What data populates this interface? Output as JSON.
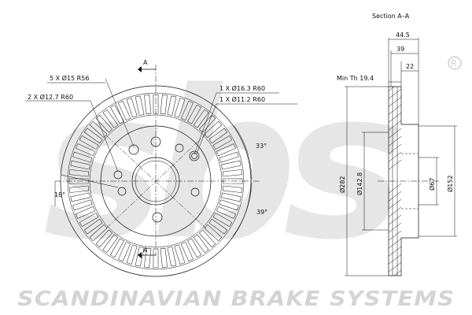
{
  "logo": {
    "text": "sbs",
    "registered": "®",
    "color": "#dcdcdc"
  },
  "brand_name": "SCANDINAVIAN BRAKE SYSTEMS",
  "section_title": "Section A–A",
  "section_labels": [
    "A",
    "A"
  ],
  "front_callouts": {
    "holes_5": "5 X Ø15 R56",
    "holes_2": "2 X Ø12.7 R60",
    "hole_163": "1 X Ø16.3 R60",
    "hole_112": "1 X Ø11.2 R60",
    "angle_33": "33°",
    "angle_18": "18°",
    "angle_39": "39°"
  },
  "section_dims": {
    "overall_width": "44.5",
    "width_39": "39",
    "width_22": "22",
    "min_th": "Min Th 19.4",
    "dia_282": "Ø282",
    "dia_1428": "Ø142.8",
    "dia_67": "Ø67",
    "dia_152": "Ø152"
  }
}
